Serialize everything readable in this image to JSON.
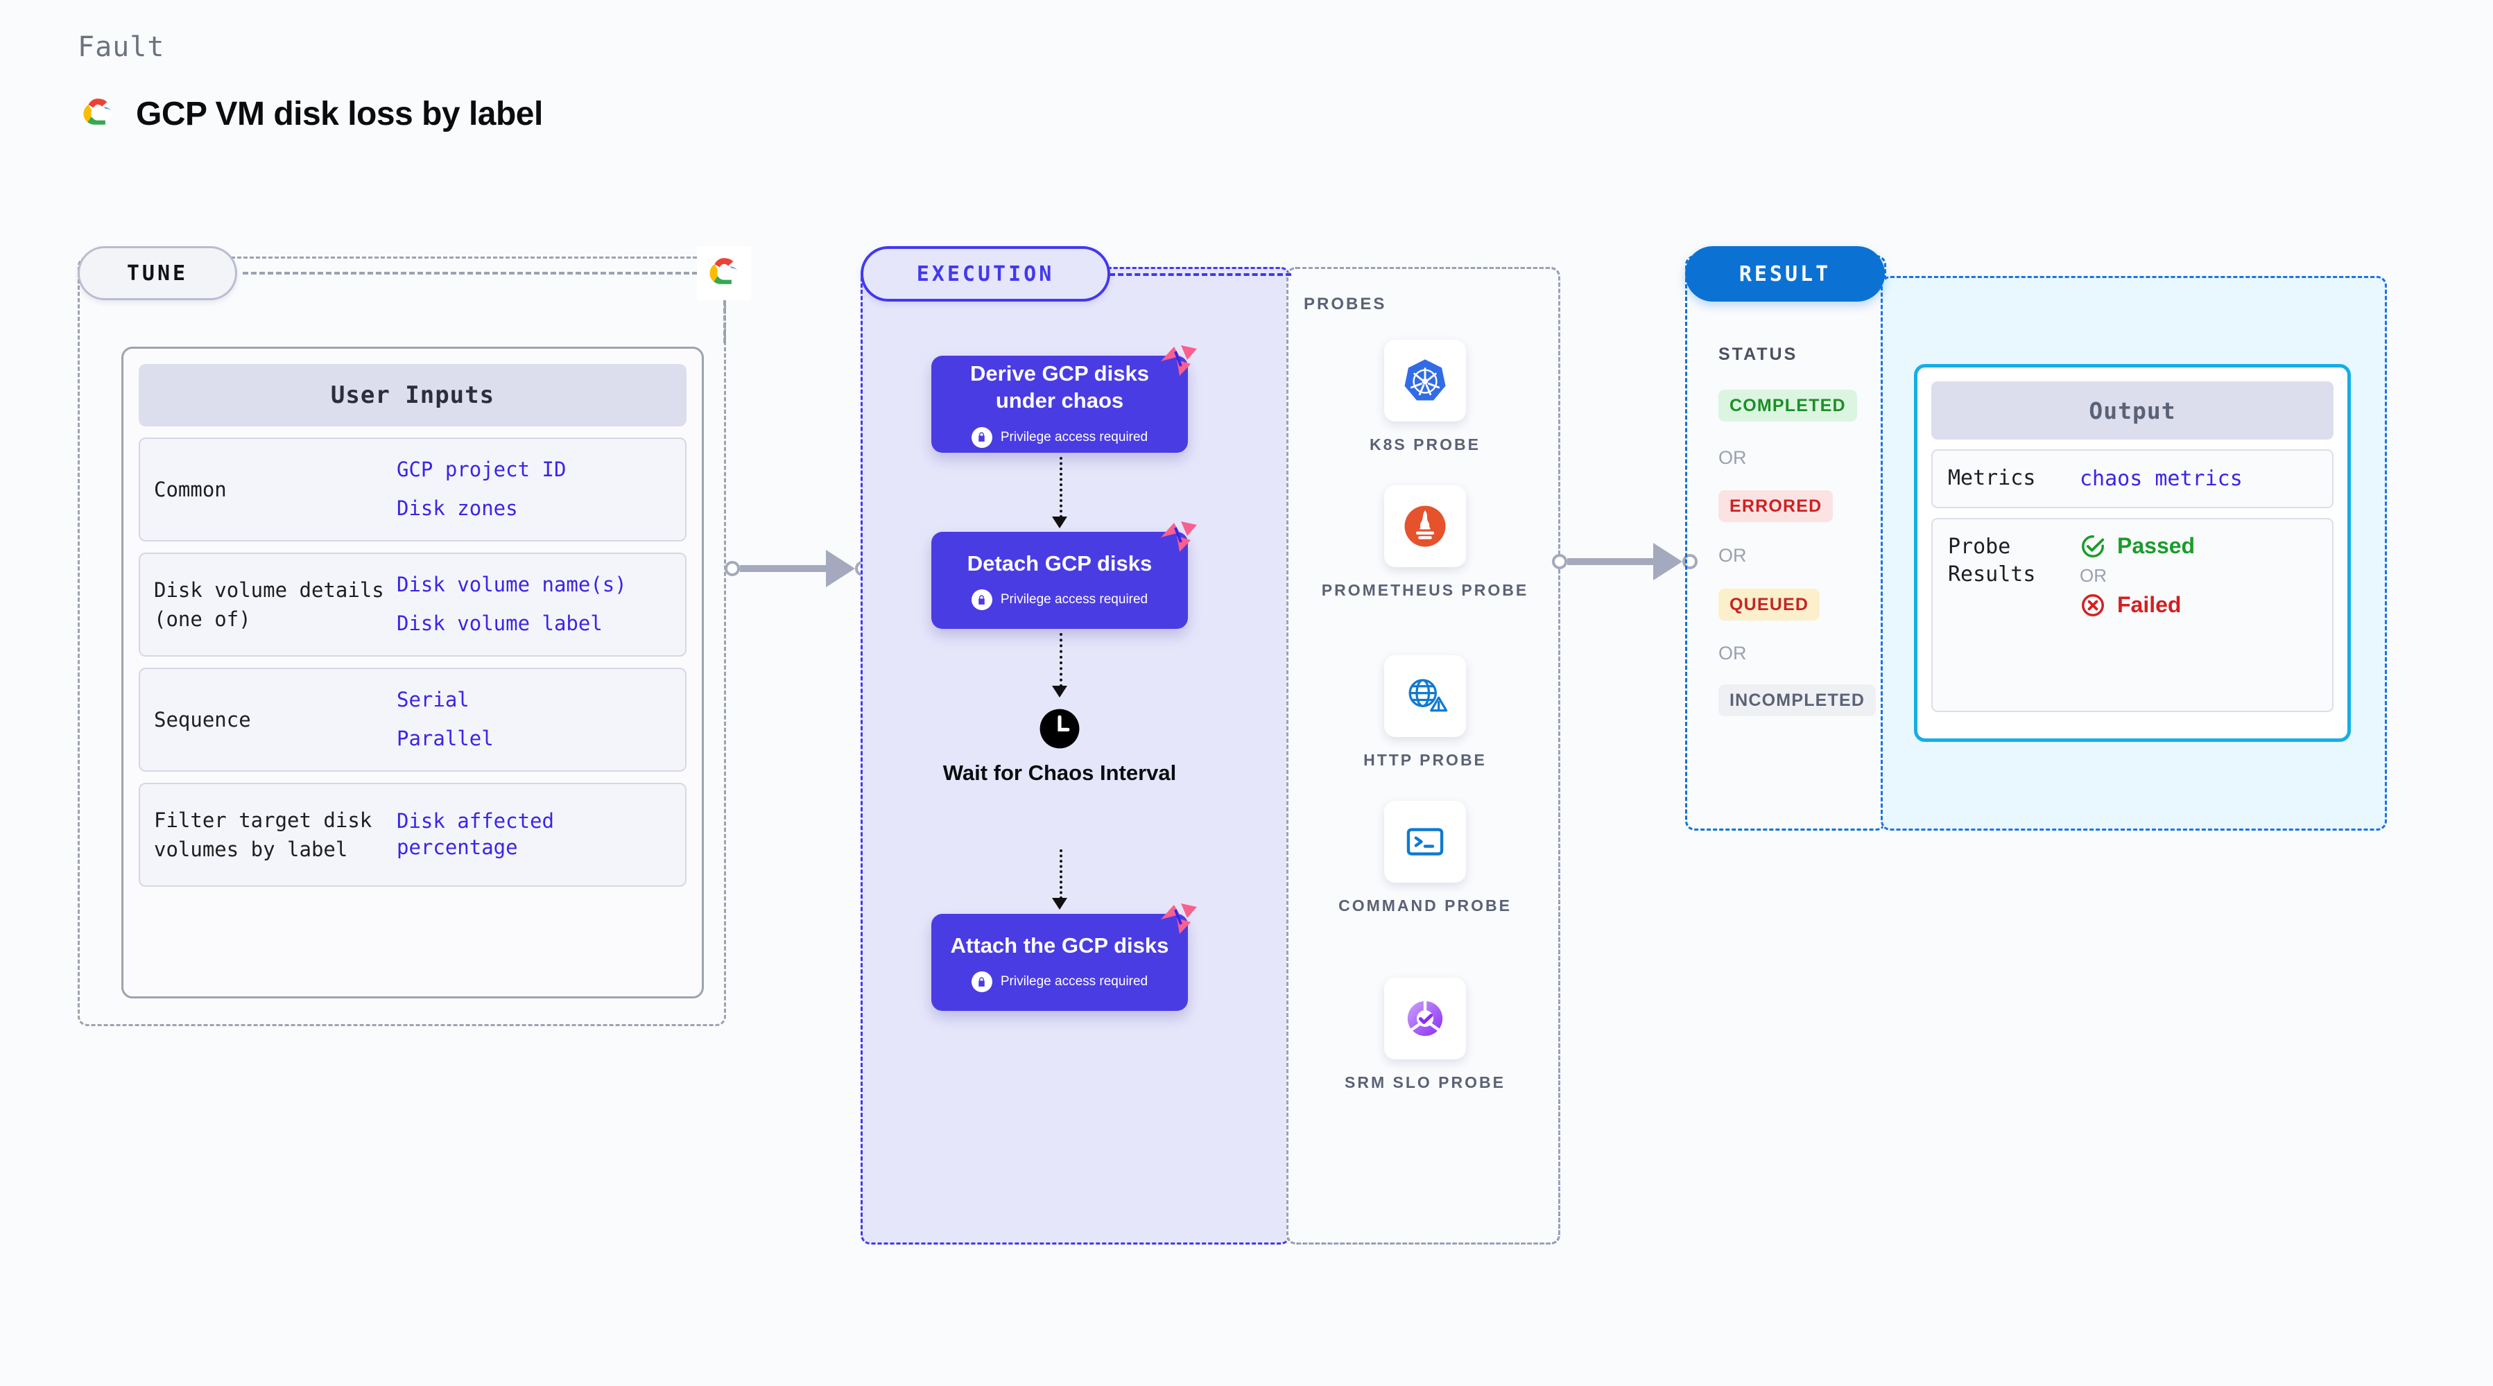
{
  "header": {
    "eyebrow": "Fault",
    "title": "GCP VM disk loss by label",
    "logo_icon": "gcp-cloud-logo"
  },
  "tune": {
    "pill_label": "TUNE",
    "logo_icon": "gcp-cloud-logo",
    "card": {
      "title": "User Inputs",
      "rows": [
        {
          "label": "Common",
          "values": [
            "GCP project ID",
            "Disk zones"
          ]
        },
        {
          "label": "Disk volume details (one of)",
          "values": [
            "Disk volume name(s)",
            "Disk volume label"
          ]
        },
        {
          "label": "Sequence",
          "values": [
            "Serial",
            "Parallel"
          ]
        },
        {
          "label": "Filter target disk volumes by label",
          "values": [
            "Disk affected percentage"
          ]
        }
      ]
    }
  },
  "execution": {
    "pill_label": "EXECUTION",
    "blocks": [
      {
        "title": "Derive GCP disks under chaos",
        "note": "Privilege access required",
        "badge_icon": "litmus-chaos-badge",
        "lock_icon": "lock-icon"
      },
      {
        "title": "Detach GCP disks",
        "note": "Privilege access required",
        "badge_icon": "litmus-chaos-badge",
        "lock_icon": "lock-icon"
      },
      {
        "title": "Attach the GCP disks",
        "note": "Privilege access required",
        "badge_icon": "litmus-chaos-badge",
        "lock_icon": "lock-icon"
      }
    ],
    "wait": {
      "label": "Wait for Chaos Interval",
      "icon": "clock-icon"
    }
  },
  "probes": {
    "title": "PROBES",
    "items": [
      {
        "label": "K8S PROBE",
        "icon": "kubernetes-icon"
      },
      {
        "label": "PROMETHEUS PROBE",
        "icon": "prometheus-icon"
      },
      {
        "label": "HTTP PROBE",
        "icon": "http-globe-icon"
      },
      {
        "label": "COMMAND PROBE",
        "icon": "terminal-icon"
      },
      {
        "label": "SRM SLO PROBE",
        "icon": "srm-slo-icon"
      }
    ]
  },
  "result": {
    "pill_label": "RESULT",
    "status_title": "STATUS",
    "or_label": "OR",
    "statuses": [
      {
        "label": "COMPLETED",
        "color": "#1a8f27",
        "bg": "#dcf5e0"
      },
      {
        "label": "ERRORED",
        "color": "#cf2020",
        "bg": "#fbe3e3"
      },
      {
        "label": "QUEUED",
        "color": "#c62424",
        "bg": "#fcefcb"
      },
      {
        "label": "INCOMPLETED",
        "color": "#5b6275",
        "bg": "#eff0f4"
      }
    ],
    "output": {
      "title": "Output",
      "metrics_label": "Metrics",
      "metrics_value": "chaos metrics",
      "probe_results_label": "Probe Results",
      "passed_label": "Passed",
      "failed_label": "Failed",
      "or_label": "OR",
      "passed_icon": "check-circle-icon",
      "failed_icon": "x-circle-icon"
    }
  },
  "colors": {
    "accent_purple": "#4338f0",
    "exec_block": "#4a3ce3",
    "result_blue": "#0b72d4",
    "output_border": "#16aee6",
    "link_blue": "#3b24e8",
    "chaos_pink": "#fa5f8e"
  }
}
